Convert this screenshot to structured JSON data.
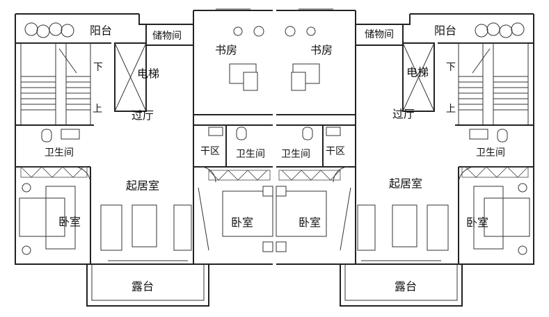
{
  "rooms": {
    "balcony_left": "阳台",
    "storage_left": "储物间",
    "study_left": "书房",
    "study_right": "书房",
    "storage_right": "储物间",
    "balcony_right": "阳台",
    "down_left": "下",
    "elevator_left": "电梯",
    "elevator_right": "电梯",
    "down_right": "下",
    "up_left": "上",
    "hall_left": "过厅",
    "hall_right": "过厅",
    "up_right": "上",
    "bathroom_left": "卫生间",
    "dry_zone_left": "干区",
    "bathroom_center_left": "卫生间",
    "bathroom_center_right": "卫生间",
    "dry_zone_right": "干区",
    "bathroom_right": "卫生间",
    "living_room_left": "起居室",
    "living_room_right": "起居室",
    "bedroom_left": "卧室",
    "bedroom_center_left": "卧室",
    "bedroom_center_right": "卧室",
    "bedroom_right": "卧室",
    "terrace_left": "露台",
    "terrace_right": "露台"
  }
}
